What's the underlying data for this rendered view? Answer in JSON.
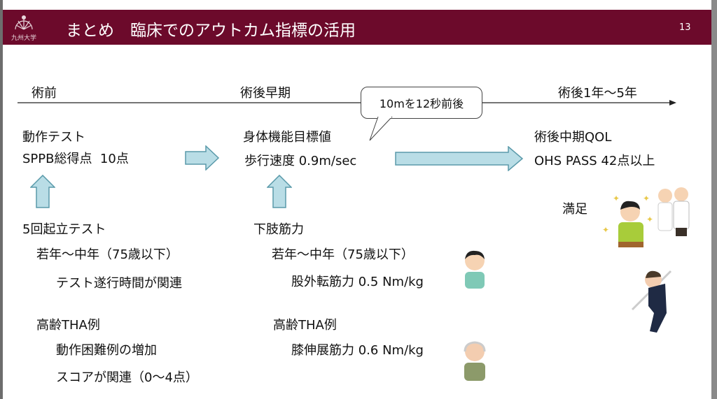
{
  "header": {
    "logo_text": "九州大学",
    "title": "まとめ　臨床でのアウトカム指標の活用",
    "page_number": "13",
    "color": "#6c0a2b"
  },
  "timeline": {
    "pre": "術前",
    "early": "術後早期",
    "late": "術後1年～5年"
  },
  "callout": "10mを12秒前後",
  "col1": {
    "heading": "動作テスト",
    "value": "SPPB総得点  10点",
    "sub_heading": "5回起立テスト",
    "group1": "若年～中年（75歳以下）",
    "group1_item": "テスト遂行時間が関連",
    "group2": "高齢THA例",
    "group2_item1": "動作困難例の増加",
    "group2_item2": "スコアが関連（0～4点）"
  },
  "col2": {
    "heading": "身体機能目標値",
    "value": "歩行速度 0.9m/sec",
    "sub_heading": "下肢筋力",
    "group1": "若年～中年（75歳以下）",
    "group1_item": "股外転筋力 0.5 Nm/kg",
    "group2": "高齢THA例",
    "group2_item": "膝伸展筋力 0.6 Nm/kg"
  },
  "col3": {
    "heading": "術後中期QOL",
    "value": "OHS PASS 42点以上",
    "satisfaction": "満足"
  },
  "colors": {
    "arrow_fill": "#b9dde6",
    "arrow_stroke": "#5a9aaa"
  }
}
